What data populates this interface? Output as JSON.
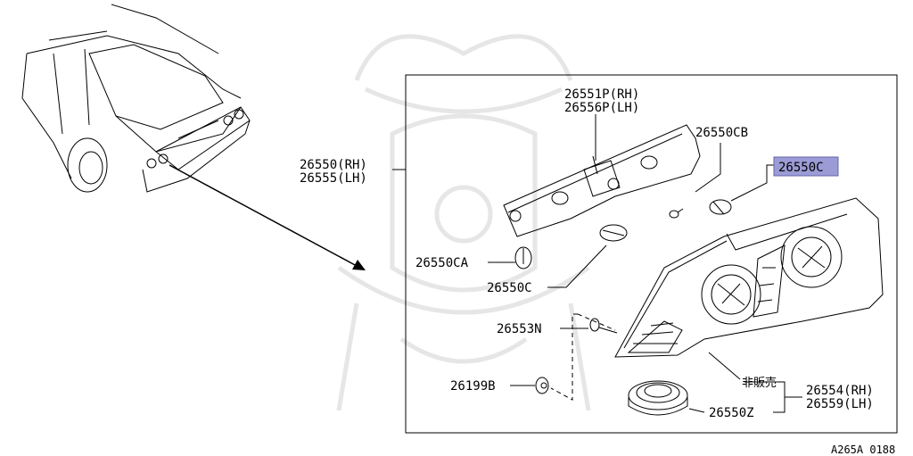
{
  "labels": {
    "rear_lamp_rh": "26550(RH)",
    "rear_lamp_lh": "26555(LH)",
    "harness_rh": "26551P(RH)",
    "harness_lh": "26556P(LH)",
    "bulb_cb": "26550CB",
    "bulb_c_highlight": "26550C",
    "bulb_ca": "26550CA",
    "bulb_c": "26550C",
    "washer": "26553N",
    "nut": "26199B",
    "not_for_sale": "非販売",
    "lens_rh": "26554(RH)",
    "lens_lh": "26559(LH)",
    "seal": "26550Z",
    "figure_code": "A265A 0188"
  },
  "colors": {
    "highlight": "#9b9bd6",
    "line": "#000000",
    "watermark": "#e6e6e6"
  }
}
